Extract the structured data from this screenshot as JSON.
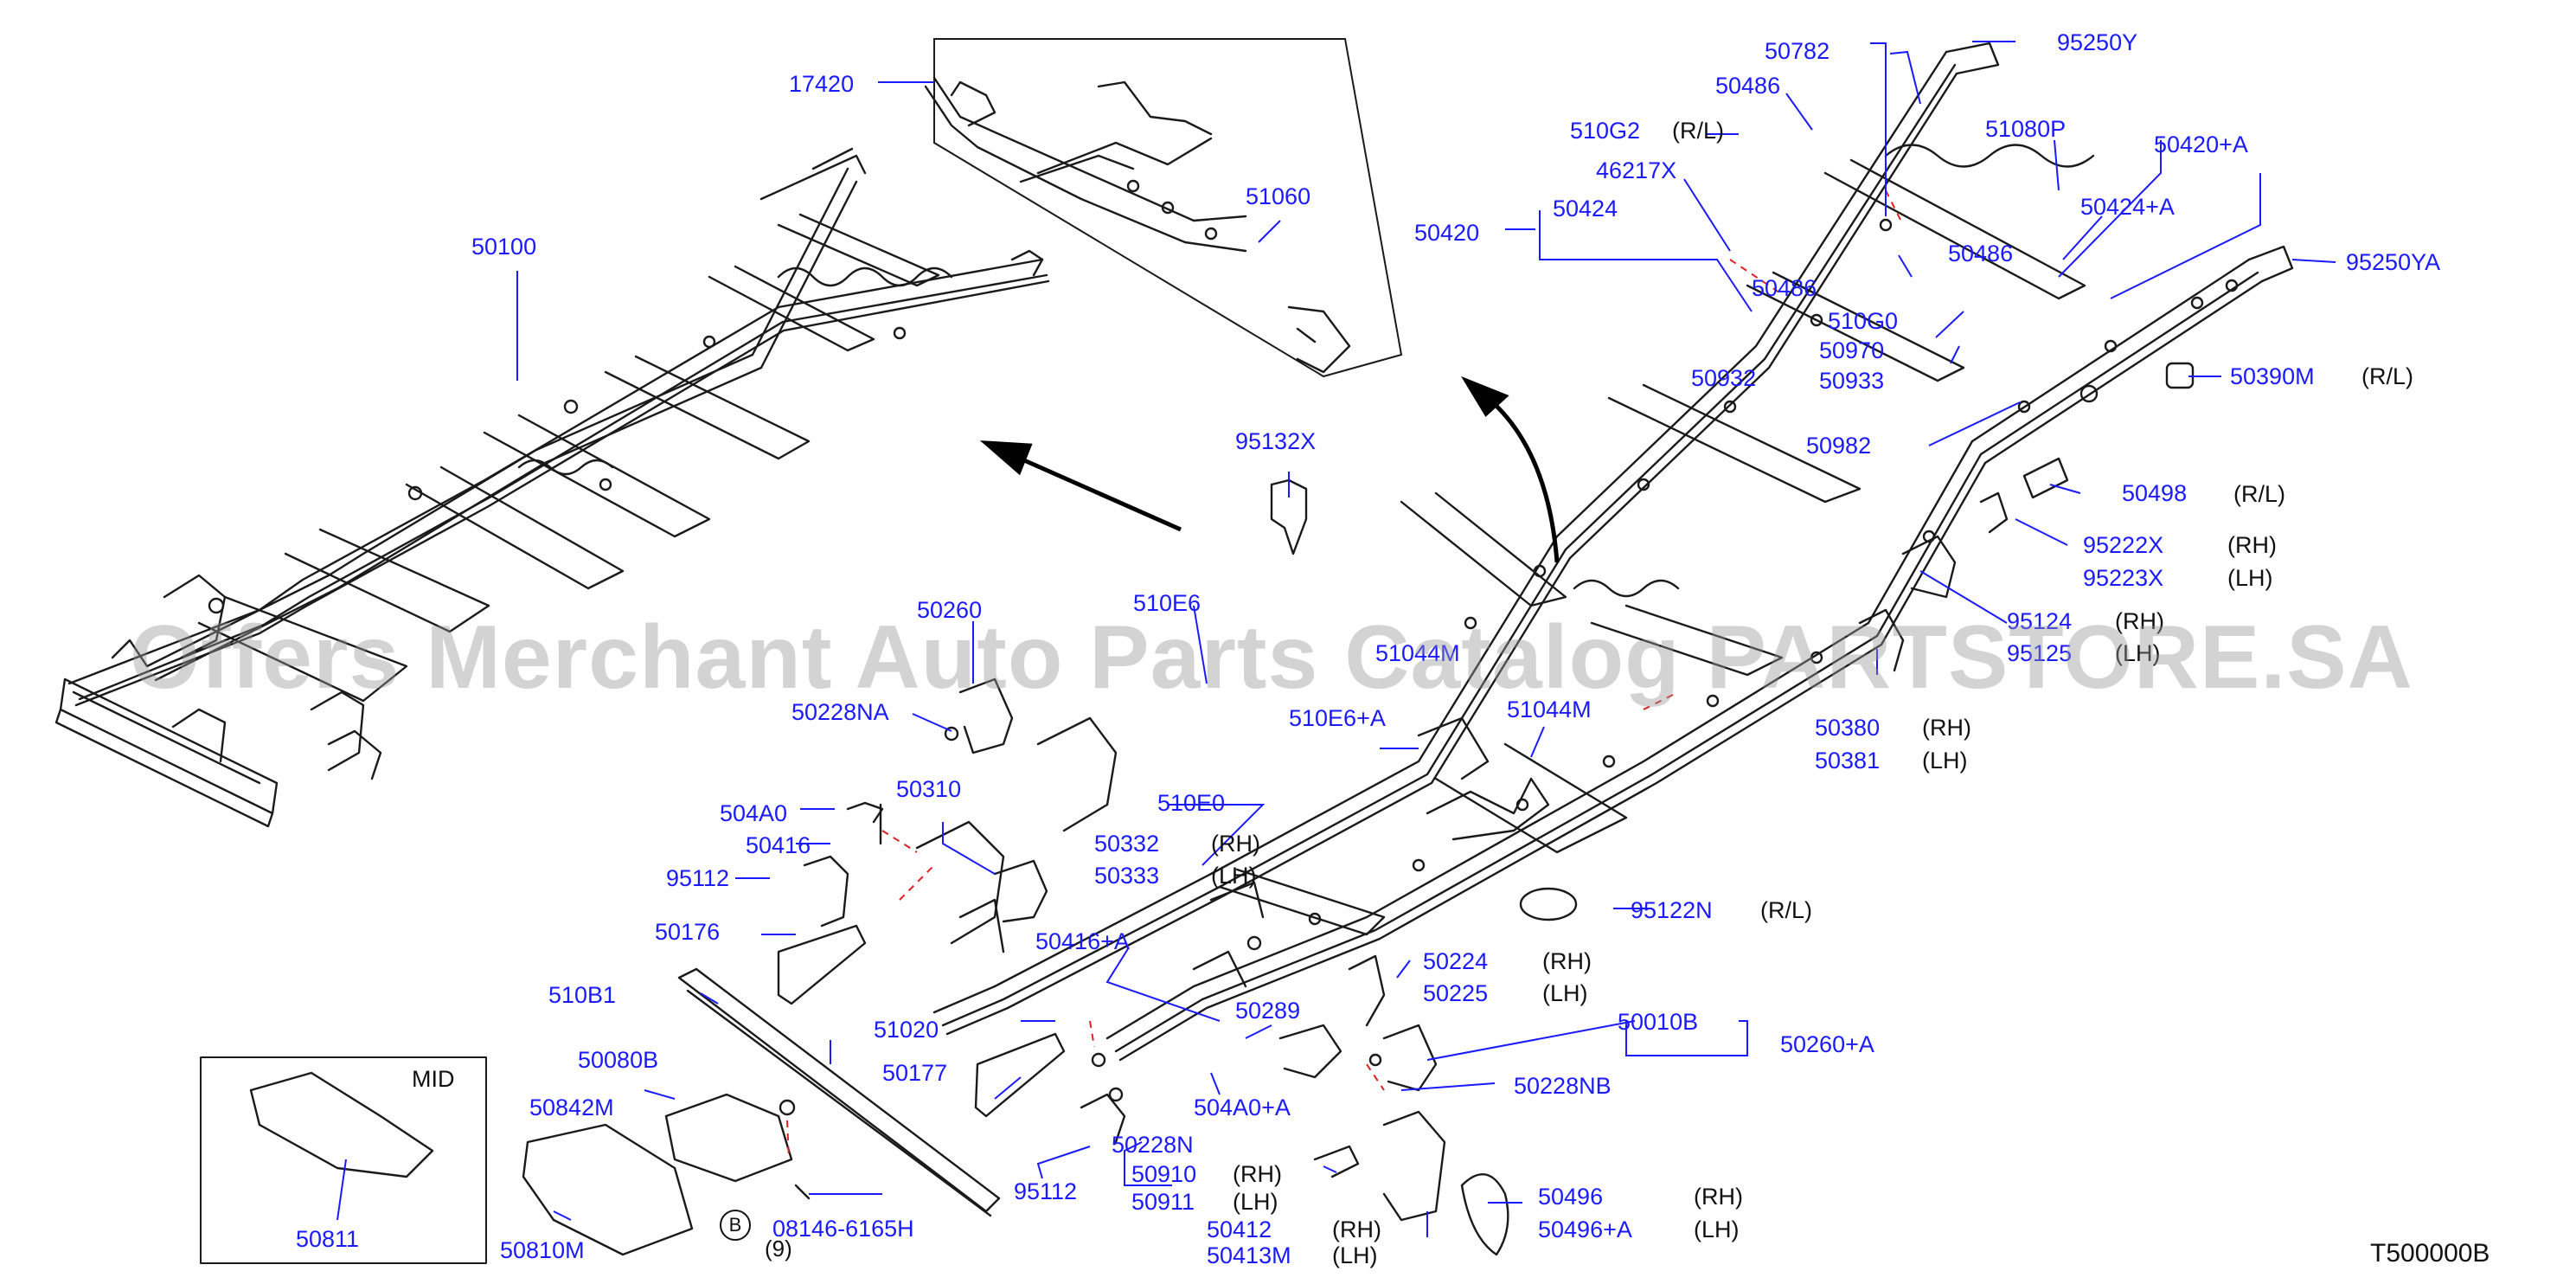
{
  "colors": {
    "label": "#1a1aff",
    "line": "#1a1a1a",
    "leader": "#1a1aff",
    "hidden": "#e02020",
    "watermark": "#969696"
  },
  "watermark": "Offers Merchant Auto Parts Catalog PARTSTORE.SA",
  "diagram_code": "T500000B",
  "inset_label": "MID",
  "bolt_marker": "B",
  "bolt_qty": "(9)",
  "side_texts": {
    "rl": "(R/L)",
    "rh": "(RH)",
    "lh": "(LH)"
  },
  "parts": [
    "17420",
    "51060",
    "50100",
    "95132X",
    "50420",
    "50424",
    "510G2",
    "46217X",
    "50782",
    "50486",
    "95250Y",
    "51080P",
    "50420+A",
    "50424+A",
    "50486",
    "95250YA",
    "50486",
    "510G0",
    "50970",
    "50933",
    "50932",
    "50982",
    "50390M",
    "50498",
    "95222X",
    "95223X",
    "95124",
    "95125",
    "51044M",
    "510E6",
    "50260",
    "50228NA",
    "510E6+A",
    "51044M",
    "504A0",
    "50416",
    "50310",
    "510E0",
    "50332",
    "50333",
    "95112",
    "50176",
    "95122N",
    "50416+A",
    "50224",
    "50225",
    "510B1",
    "51020",
    "50289",
    "50010B",
    "50260+A",
    "50080B",
    "50177",
    "50228NB",
    "50842M",
    "504A0+A",
    "50228N",
    "95112",
    "50910",
    "50911",
    "50811",
    "50810M",
    "08146-6165H",
    "50412",
    "50413M",
    "50496",
    "50496+A",
    "50380",
    "50381"
  ]
}
